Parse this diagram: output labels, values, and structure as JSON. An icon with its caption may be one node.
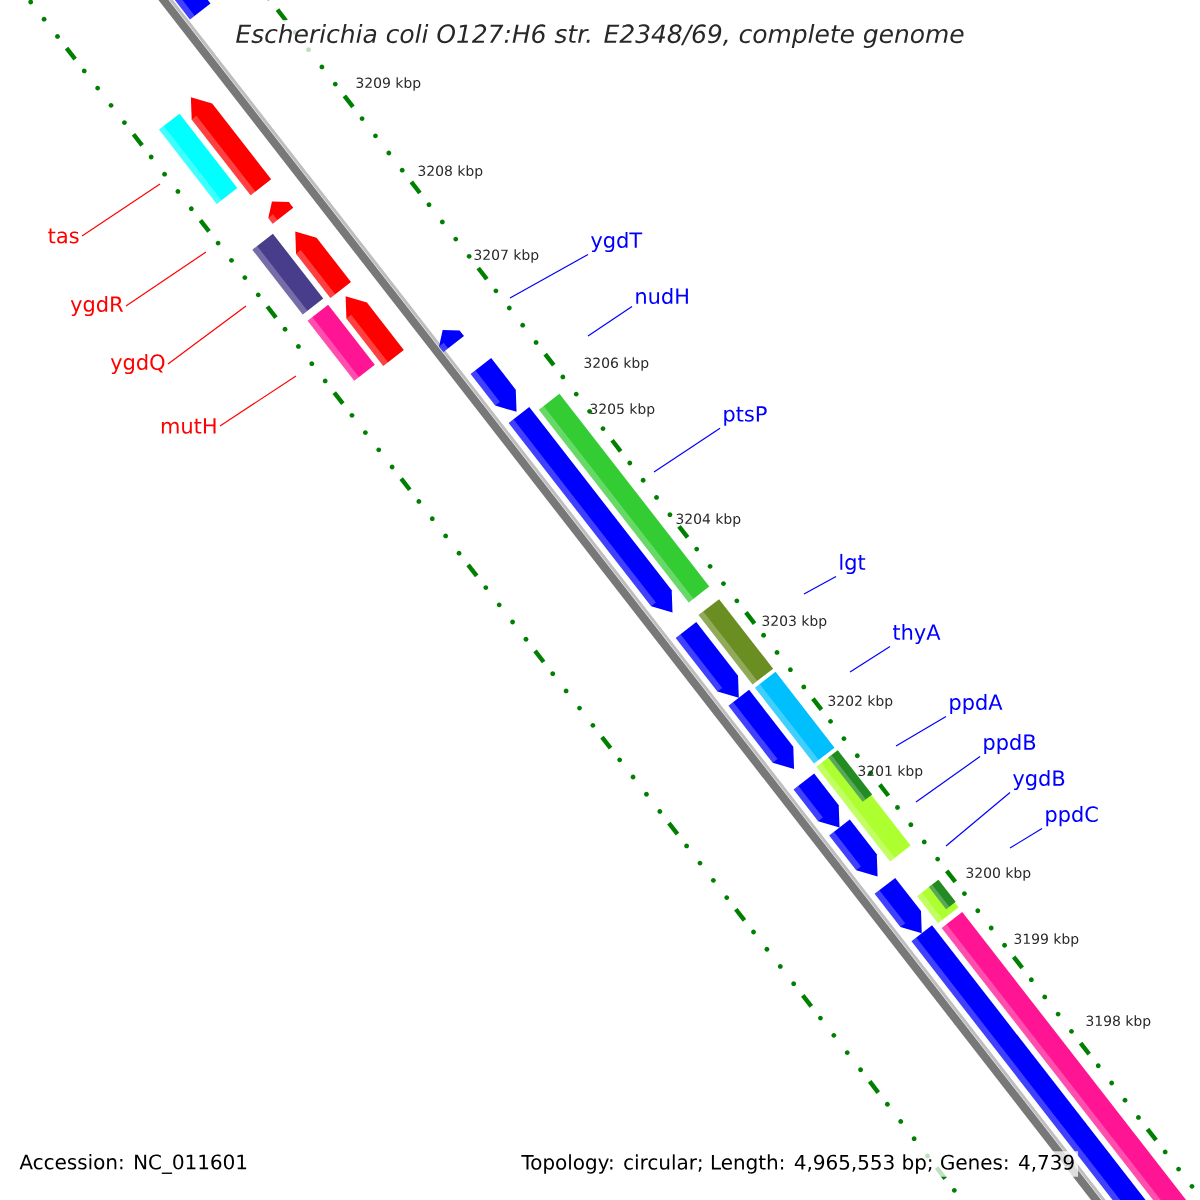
{
  "diagram": {
    "title": "Escherichia coli O127:H6 str. E2348/69, complete genome",
    "nodes": [
      {
        "text": [
          "tas"
        ]
      },
      {
        "text": [
          "ygdR"
        ]
      },
      {
        "text": [
          "ygdQ"
        ]
      },
      {
        "text": [
          "mutH"
        ]
      },
      {
        "text": [
          "ygdT"
        ]
      },
      {
        "text": [
          "nudH"
        ]
      },
      {
        "text": [
          "ptsP"
        ]
      },
      {
        "text": [
          "lgt"
        ]
      },
      {
        "text": [
          "thyA"
        ]
      },
      {
        "text": [
          "ppdA"
        ]
      },
      {
        "text": [
          "ppdB"
        ]
      },
      {
        "text": [
          "ygdB"
        ]
      },
      {
        "text": [
          "ppdC"
        ]
      }
    ],
    "edges": [
      {
        "from": 0,
        "to": null,
        "arrow": "none",
        "color": "#ff0000"
      },
      {
        "from": 1,
        "to": null,
        "arrow": "none",
        "color": "#ff0000"
      },
      {
        "from": 2,
        "to": null,
        "arrow": "none",
        "color": "#ff0000"
      },
      {
        "from": 3,
        "to": null,
        "arrow": "none",
        "color": "#ff0000"
      },
      {
        "from": 4,
        "to": null,
        "arrow": "none"
      },
      {
        "from": 5,
        "to": null,
        "arrow": "none"
      },
      {
        "from": 6,
        "to": null,
        "arrow": "none"
      },
      {
        "from": 7,
        "to": null,
        "arrow": "none"
      },
      {
        "from": 8,
        "to": null,
        "arrow": "none"
      },
      {
        "from": 9,
        "to": null,
        "arrow": "none"
      },
      {
        "from": 10,
        "to": null,
        "arrow": "none"
      },
      {
        "from": 11,
        "to": null,
        "arrow": "none"
      },
      {
        "from": 12,
        "to": null,
        "arrow": "none"
      }
    ],
    "labels": [
      "3209 kbp",
      "3208 kbp",
      "3207 kbp",
      "3206 kbp",
      "3205 kbp",
      "3204 kbp",
      "3203 kbp",
      "3202 kbp",
      "3201 kbp",
      "3200 kbp",
      "3199 kbp",
      "3198 kbp",
      "Accession: NC_011601",
      "Topology: circular; Length: 4,965,553 bp; Genes: 4,739"
    ]
  }
}
